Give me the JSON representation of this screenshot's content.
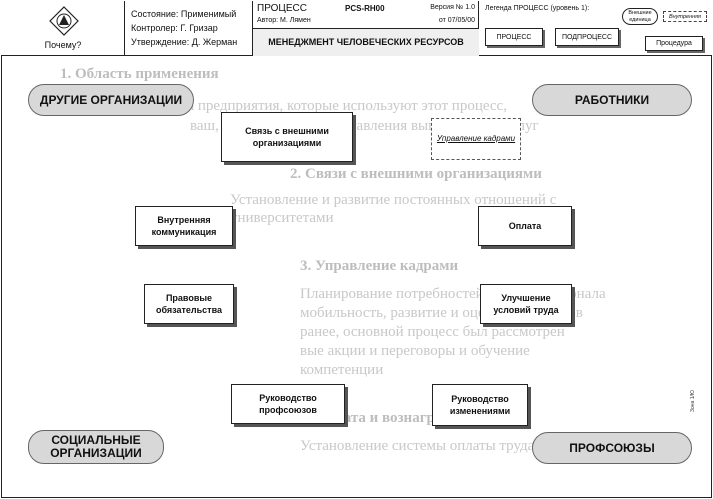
{
  "header": {
    "logo_caption": "Почему?",
    "status": "Состояние: Применимый",
    "controller": "Контролер: Г. Гризар",
    "approval": "Утверждение: Д. Жерман",
    "process_type": "ПРОЦЕСС",
    "process_code": "PCS-RH00",
    "version": "Версия № 1.0",
    "author": "Автор: М. Лямен",
    "date": "от 07/05/00",
    "process_name": "МЕНЕДЖМЕНТ ЧЕЛОВЕЧЕСКИХ РЕСУРСОВ",
    "legend": {
      "title": "Легенда ПРОЦЕСС (уровень 1):",
      "external": "Внешние единица",
      "internal": "Внутренняя",
      "process": "ПРОЦЕСС",
      "subprocess": "ПОДПРОЦЕСС",
      "procedure": "Процедура"
    }
  },
  "stakeholders": {
    "other_orgs": "ДРУГИЕ ОРГАНИЗАЦИИ",
    "workers": "РАБОТНИКИ",
    "social_orgs": "СОЦИАЛЬНЫЕ ОРГАНИЗАЦИИ",
    "unions": "ПРОФСОЮЗЫ"
  },
  "subprocesses": {
    "external_relations": "Связь с внешними организациями",
    "hr_management": "Управление кадрами",
    "internal_comm": "Внутренняя коммуникация",
    "payment": "Оплата",
    "legal": "Правовые обязательства",
    "conditions": "Улучшение условий труда",
    "union_leadership": "Руководство профсоюзов",
    "change_management": "Руководство изменениями"
  },
  "side_note": "Зона 1/Ю",
  "background_text": [
    "1. Область применения",
    "ла предприятия, которые используют этот процесс,",
    "ваш, совокупность представления выполняемых услуг",
    "2. Связи с внешними организациями",
    "Установление и развитие постоянных отношений с",
    "университетами",
    "3. Управление кадрами",
    "Планирование потребностей, подбор персонала",
    "мобильность, развитие и оценка работников",
    "ранее, основной процесс был рассмотрен",
    "вые акции и переговоры и обучение",
    "компетенции",
    "4. Оплата и вознаграждение",
    "Установление системы оплаты труда"
  ]
}
